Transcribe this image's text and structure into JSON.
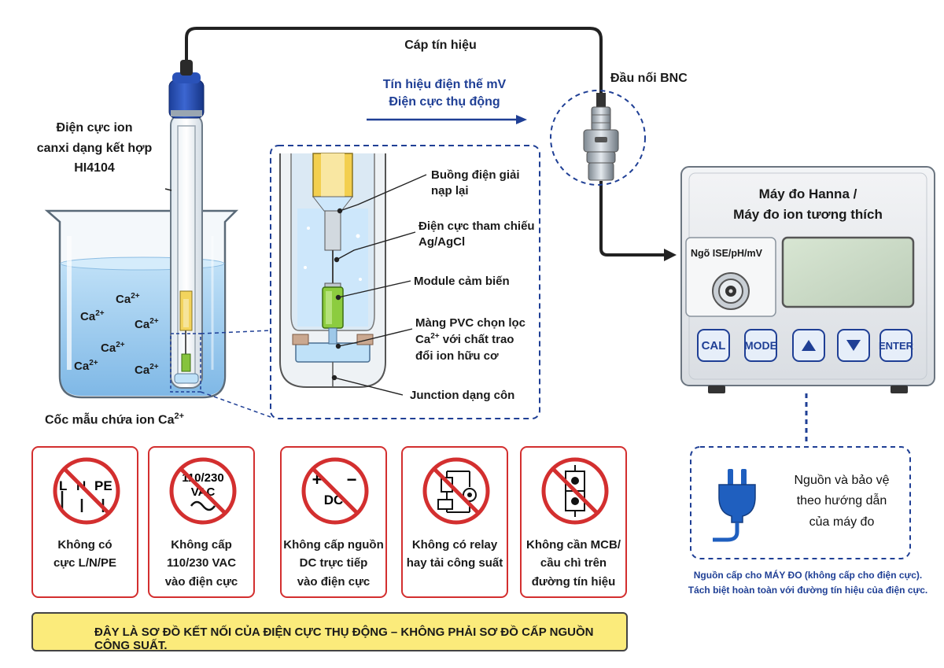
{
  "labels": {
    "signal_cable": "Cáp tín hiệu",
    "bnc_connector": "Đầu nối BNC",
    "signal_mv_line1": "Tín hiệu điện thế mV",
    "signal_mv_line2": "Điện cực thụ động",
    "electrode_line1": "Điện cực ion",
    "electrode_line2": "canxi dạng kết hợp",
    "electrode_line3": "HI4104",
    "beaker_caption": "Cốc mẫu chứa ion Ca",
    "beaker_caption_sup": "2+",
    "ion_symbol": "Ca",
    "ion_charge": "2+"
  },
  "detail_callouts": {
    "refill_chamber_line1": "Buồng điện giải",
    "refill_chamber_line2": "nạp lại",
    "reference_line1": "Điện cực tham chiếu",
    "reference_line2": "Ag/AgCl",
    "sensor_module": "Module cảm biến",
    "membrane_line1": "Màng PVC chọn lọc",
    "membrane_line2_pre": "Ca",
    "membrane_line2_sup": "2+",
    "membrane_line2_post": " với chất trao",
    "membrane_line3": "đổi ion hữu cơ",
    "junction": "Junction dạng côn"
  },
  "meter": {
    "title_line1": "Máy đo Hanna /",
    "title_line2": "Máy đo ion tương thích",
    "input_label": "Ngõ ISE/pH/mV",
    "buttons": {
      "cal": "CAL",
      "mode": "MODE",
      "enter": "ENTER"
    }
  },
  "power_box": {
    "line1": "Nguồn và bảo vệ",
    "line2": "theo hướng dẫn",
    "line3": "của máy đo",
    "note_line1": "Nguồn cấp cho MÁY ĐO (không cấp cho điện cực).",
    "note_line2": "Tách biệt hoàn toàn với đường tín hiệu của điện cực."
  },
  "prohibitions": [
    {
      "icon": "lnpe-terminals-icon",
      "symbol_l": "L",
      "symbol_n": "N",
      "symbol_pe": "PE",
      "line1": "Không có",
      "line2": "cực L/N/PE"
    },
    {
      "icon": "ac-voltage-icon",
      "symbol_line1": "110/230",
      "symbol_line2": "VAC",
      "line1": "Không cấp",
      "line2": "110/230 VAC",
      "line3": "vào điện cực"
    },
    {
      "icon": "dc-source-icon",
      "symbol_plus": "+",
      "symbol_minus": "−",
      "symbol_dc": "DC",
      "line1": "Không cấp nguồn",
      "line2": "DC trực tiếp",
      "line3": "vào điện cực"
    },
    {
      "icon": "relay-load-icon",
      "line1": "Không có relay",
      "line2": "hay tải công suất"
    },
    {
      "icon": "mcb-fuse-icon",
      "line1": "Không cần MCB/",
      "line2": "cầu chì trên",
      "line3": "đường tín hiệu"
    }
  ],
  "warning_bar": {
    "icon": "warning-triangle-icon",
    "text": "ĐÂY LÀ SƠ ĐỒ KẾT NỐI CỦA ĐIỆN CỰC THỤ ĐỘNG – KHÔNG PHẢI SƠ ĐỒ CẤP NGUỒN CÔNG SUẤT."
  },
  "colors": {
    "accent_blue": "#1f3f95",
    "prohibit_red": "#d32f2f",
    "warning_yellow": "#fbeb7b",
    "solution_blue": "#a9d3f2"
  }
}
